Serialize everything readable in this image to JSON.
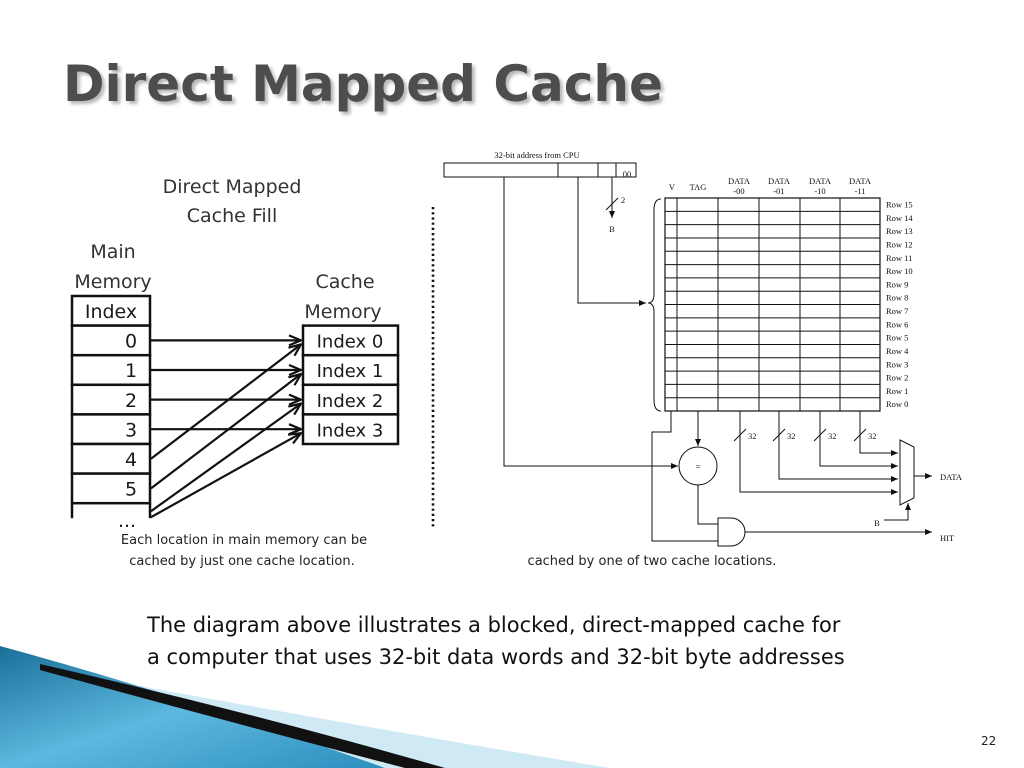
{
  "slide": {
    "title": "Direct Mapped Cache",
    "body_lines": [
      "The diagram above illustrates a blocked, direct-mapped cache for",
      "a computer that uses 32-bit data words and 32-bit byte addresses"
    ],
    "page_number": "22"
  },
  "left_figure": {
    "title_lines": [
      "Direct Mapped",
      "Cache Fill"
    ],
    "main_memory": {
      "label_lines": [
        "Main",
        "Memory"
      ],
      "header": "Index",
      "rows": [
        "0",
        "1",
        "2",
        "3",
        "4",
        "5"
      ],
      "ellipsis": "..."
    },
    "cache_memory": {
      "label_lines": [
        "Cache",
        "Memory"
      ],
      "rows": [
        "Index 0",
        "Index 1",
        "Index 2",
        "Index 3"
      ]
    },
    "caption_lines": [
      "Each location in main memory can be",
      "cached by just one cache location."
    ]
  },
  "right_figure": {
    "address_label": "32-bit address from CPU",
    "offset_bits": "00",
    "block_select_width": "2",
    "block_select_label": "B",
    "column_headers": [
      {
        "lines": [
          "V"
        ]
      },
      {
        "lines": [
          "TAG"
        ]
      },
      {
        "lines": [
          "DATA",
          "-00"
        ]
      },
      {
        "lines": [
          "DATA",
          "-01"
        ]
      },
      {
        "lines": [
          "DATA",
          "-10"
        ]
      },
      {
        "lines": [
          "DATA",
          "-11"
        ]
      }
    ],
    "rows": [
      "Row 15",
      "Row 14",
      "Row 13",
      "Row 12",
      "Row 11",
      "Row 10",
      "Row 9",
      "Row 8",
      "Row 7",
      "Row 6",
      "Row 5",
      "Row 4",
      "Row 3",
      "Row 2",
      "Row 1",
      "Row 0"
    ],
    "bus_widths": [
      "32",
      "32",
      "32",
      "32"
    ],
    "comparator_symbol": "=",
    "mux_select_label": "B",
    "outputs": {
      "data": "DATA",
      "hit": "HIT"
    },
    "caption": "cached by one of two cache locations."
  },
  "colors": {
    "title": "#4d4d4d",
    "swoosh_blue_light": "#5cb8de",
    "swoosh_blue_dark": "#1a6f99",
    "swoosh_black": "#111111",
    "swoosh_pale": "#cfe9f5"
  }
}
